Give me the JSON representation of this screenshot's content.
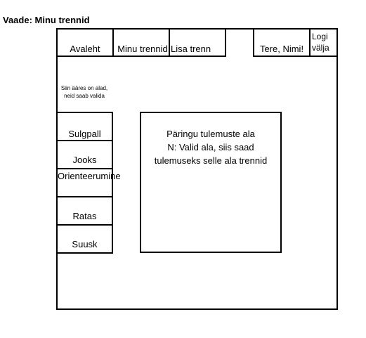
{
  "view_title": "Vaade: Minu trennid",
  "topnav": {
    "home": "Avaleht",
    "my_trainings": "Minu trennid",
    "add_training": "Lisa trenn",
    "greeting": "Tere, Nimi!",
    "logout": "Logi välja"
  },
  "sidebar": {
    "hint": "Siin ääres on alad, neid saab valida",
    "items": [
      {
        "label": "Sulgpall"
      },
      {
        "label": "Jooks"
      },
      {
        "label": "Orienteerumine"
      },
      {
        "label": "Ratas"
      },
      {
        "label": "Suusk"
      }
    ]
  },
  "results": {
    "line1": "Päringu tulemuste ala",
    "line2": "N: Valid ala, siis saad",
    "line3": "tulemuseks selle ala trennid"
  }
}
